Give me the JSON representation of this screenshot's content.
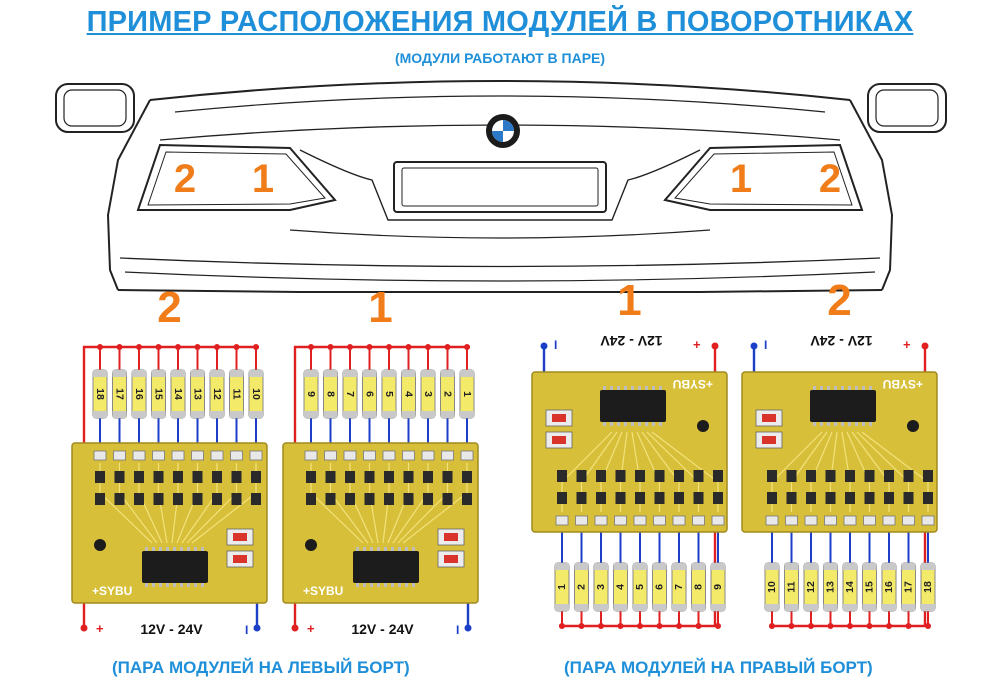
{
  "title": "ПРИМЕР РАСПОЛОЖЕНИЯ МОДУЛЕЙ В ПОВОРОТНИКАХ",
  "subtitle": "(МОДУЛИ РАБОТАЮТ В ПАРЕ)",
  "car": {
    "left_lamp": {
      "outer": "2",
      "inner": "1"
    },
    "right_lamp": {
      "inner": "1",
      "outer": "2"
    }
  },
  "modules": [
    {
      "number": "2",
      "side": "left",
      "lamps": [
        "18",
        "17",
        "16",
        "15",
        "14",
        "13",
        "12",
        "11",
        "10"
      ],
      "voltage": "12V - 24V",
      "plus": "+",
      "minus": "I",
      "board_mark": "+SYBU"
    },
    {
      "number": "1",
      "side": "left",
      "lamps": [
        "9",
        "8",
        "7",
        "6",
        "5",
        "4",
        "3",
        "2",
        "1"
      ],
      "voltage": "12V - 24V",
      "plus": "+",
      "minus": "I",
      "board_mark": "+SYBU"
    },
    {
      "number": "1",
      "side": "right",
      "lamps": [
        "1",
        "2",
        "3",
        "4",
        "5",
        "6",
        "7",
        "8",
        "9"
      ],
      "voltage": "12V - 24V",
      "plus": "+",
      "minus": "I",
      "board_mark": "+SYBU"
    },
    {
      "number": "2",
      "side": "right",
      "lamps": [
        "10",
        "11",
        "12",
        "13",
        "14",
        "15",
        "16",
        "17",
        "18"
      ],
      "voltage": "12V - 24V",
      "plus": "+",
      "minus": "I",
      "board_mark": "+SYBU"
    }
  ],
  "captions": {
    "left": "(ПАРА МОДУЛЕЙ НА ЛЕВЫЙ БОРТ)",
    "right": "(ПАРА МОДУЛЕЙ НА ПРАВЫЙ БОРТ)"
  },
  "colors": {
    "accent": "#1e8fd8",
    "number": "#f07d1a",
    "board": "#d7bf3a",
    "wire_plus": "#e02020",
    "wire_minus": "#1c3fc8",
    "lamp": "#f4ea6a"
  }
}
